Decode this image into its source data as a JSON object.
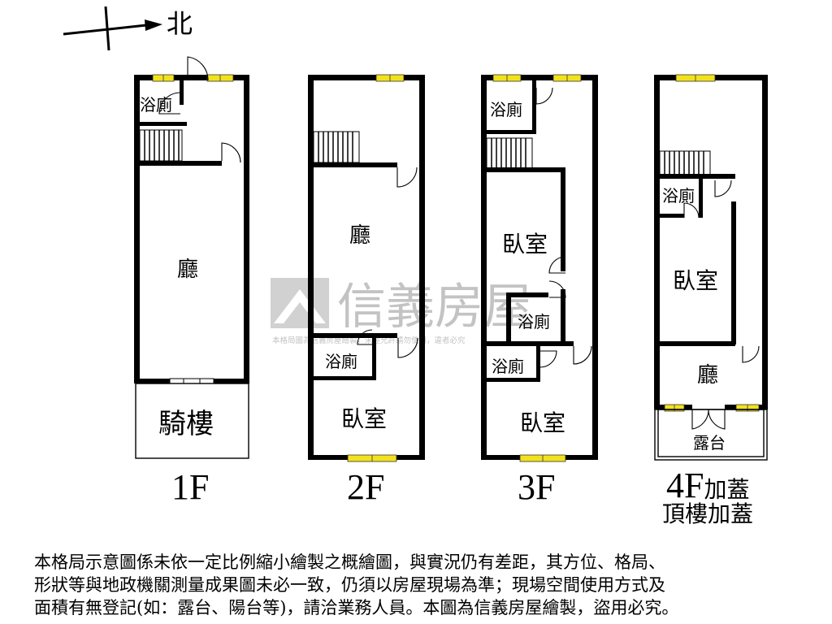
{
  "compass": {
    "label": "北"
  },
  "watermark": {
    "brand": "信義房屋",
    "notice": "本格局圖為信義房屋繪製，未經允許請勿使用，違者必究"
  },
  "floors": [
    {
      "label": "1F",
      "rooms": {
        "bath": "浴廁",
        "hall": "廳",
        "arcade": "騎樓"
      }
    },
    {
      "label": "2F",
      "rooms": {
        "hall": "廳",
        "bath": "浴廁",
        "bedroom": "臥室"
      }
    },
    {
      "label": "3F",
      "rooms": {
        "bath_top": "浴廁",
        "bedroom_mid": "臥室",
        "bath_mid": "浴廁",
        "bath_low": "浴廁",
        "bedroom_low": "臥室"
      }
    },
    {
      "label": "4F",
      "label_suffix": "加蓋",
      "label_line2": "頂樓加蓋",
      "rooms": {
        "bath": "浴廁",
        "bedroom": "臥室",
        "hall": "廳",
        "terrace": "露台"
      }
    }
  ],
  "disclaimer": "本格局示意圖係未依一定比例縮小繪製之概繪圖，與實況仍有差距，其方位、格局、\n形狀等與地政機關測量成果圖未必一致，仍須以房屋現場為準；現場空間使用方式及\n面積有無登記(如：露台、陽台等)，請洽業務人員。本圖為信義房屋繪製，盜用必究。"
}
